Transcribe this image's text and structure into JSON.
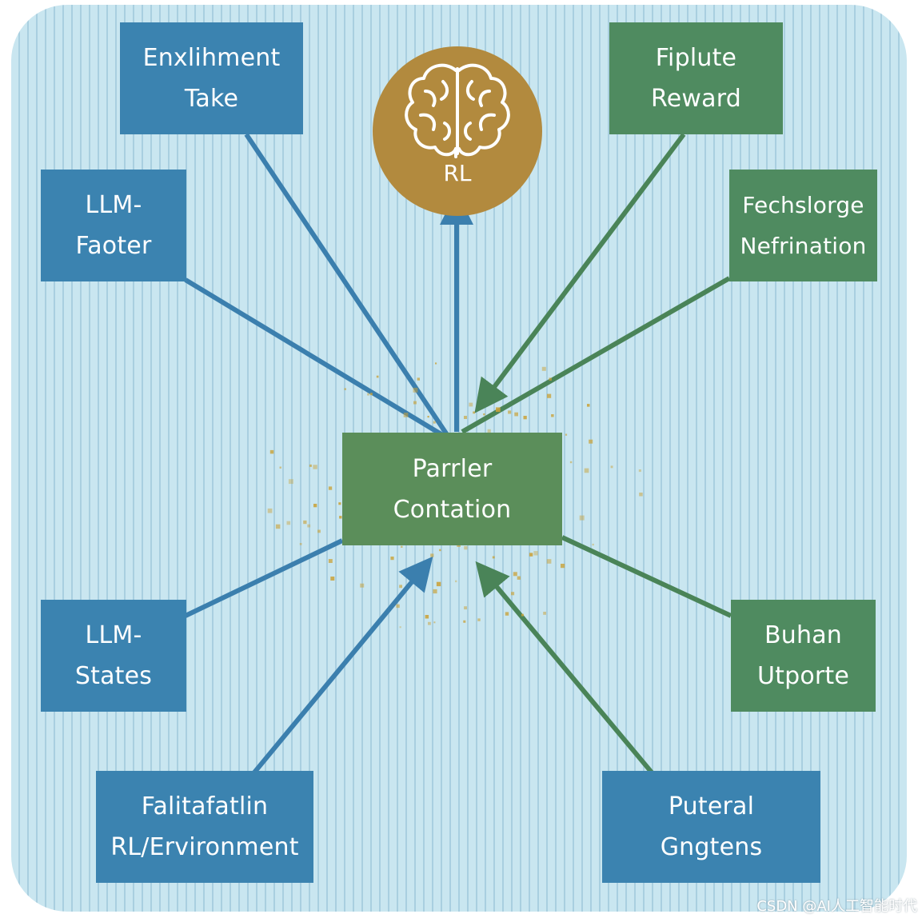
{
  "diagram": {
    "center": {
      "lines": [
        "Parrler",
        "Contation"
      ]
    },
    "rl_node": {
      "label": "RL",
      "icon": "brain-icon"
    },
    "nodes": [
      {
        "id": "top-left",
        "lines": [
          "Enxlihment",
          "Take"
        ],
        "color": "#3b83b0"
      },
      {
        "id": "mid-left",
        "lines": [
          "LLM-",
          "Faoter"
        ],
        "color": "#3b83b0"
      },
      {
        "id": "top-right",
        "lines": [
          "Fiplute",
          "Reward"
        ],
        "color": "#4f8b60"
      },
      {
        "id": "mid-right",
        "lines": [
          "Fechslorge",
          "Nefrination"
        ],
        "color": "#4f8b60"
      },
      {
        "id": "lower-left",
        "lines": [
          "LLM-",
          "States"
        ],
        "color": "#3b83b0"
      },
      {
        "id": "lower-right",
        "lines": [
          "Buhan",
          "Utporte"
        ],
        "color": "#4f8b60"
      },
      {
        "id": "bottom-left",
        "lines": [
          "Falitafatlin",
          "RL/Ervironment"
        ],
        "color": "#3b83b0"
      },
      {
        "id": "bottom-right",
        "lines": [
          "Puteral",
          "Gngtens"
        ],
        "color": "#3b83b0"
      }
    ],
    "colors": {
      "blue_edge": "#3b7fae",
      "green_edge": "#4a8458",
      "dots": "#c9a23a",
      "background": "#c6e3ee"
    }
  },
  "watermark": "CSDN @AI人工智能时代"
}
